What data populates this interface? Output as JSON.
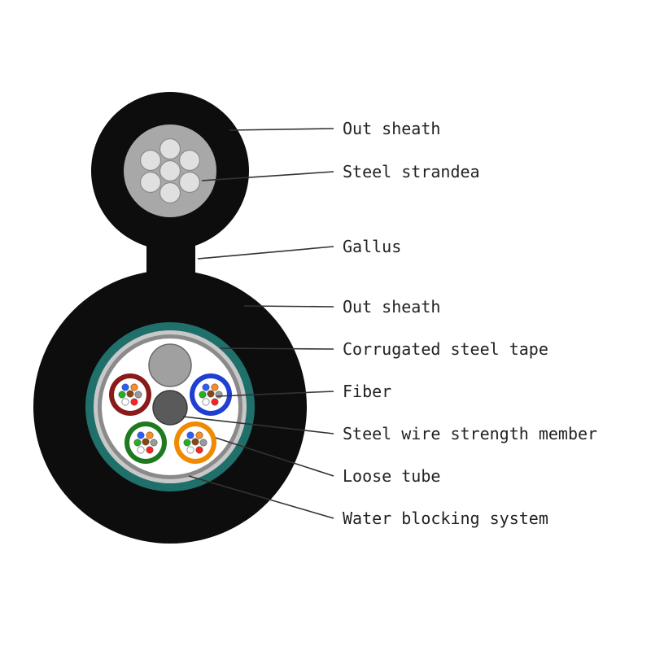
{
  "labels": {
    "out_sheath_top": "Out sheath",
    "steel_strandea": "Steel strandea",
    "gallus": "Gallus",
    "out_sheath_main": "Out sheath",
    "corrugated_steel_tape": "Corrugated steel tape",
    "fiber": "Fiber",
    "steel_wire_strength_member": "Steel wire strength member",
    "loose_tube": "Loose tube",
    "water_blocking_system": "Water blocking system"
  },
  "colors": {
    "sheath": "#0d0d0d",
    "strand_core": "#a8a8a8",
    "strand_wire": "#e0e0e0",
    "corrugated_tape": "#1f6f6a",
    "tube_red": "#8b1a1a",
    "tube_blue": "#1f3fd0",
    "tube_green": "#1f7a1f",
    "tube_orange": "#f08a00",
    "filler": "#a0a0a0",
    "strength_member": "#5a5a5a",
    "leader_line": "#333333"
  }
}
